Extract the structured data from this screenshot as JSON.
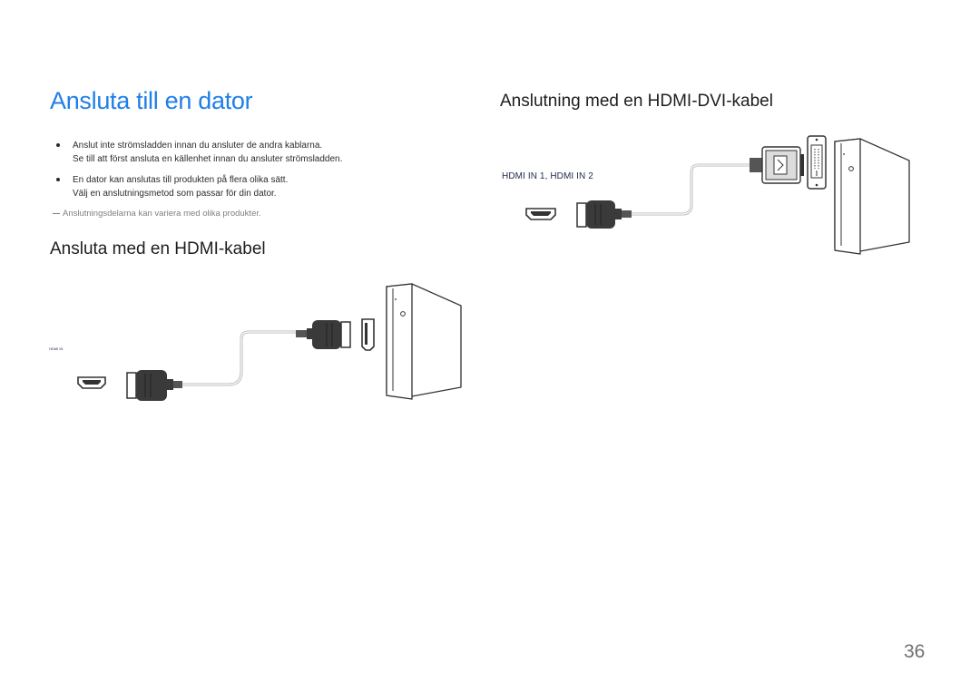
{
  "page": {
    "title": "Ansluta till en dator",
    "page_number": "36"
  },
  "bullets": [
    {
      "lines": [
        "Anslut inte strömsladden innan du ansluter de andra kablarna.",
        "Se till att först ansluta en källenhet innan du ansluter strömsladden."
      ]
    },
    {
      "lines": [
        "En dator kan anslutas till produkten på flera olika sätt.",
        "Välj en anslutningsmetod som passar för din dator."
      ]
    }
  ],
  "note": "Anslutningsdelarna kan variera med olika produkter.",
  "sections": {
    "hdmi": {
      "heading": "Ansluta med en HDMI-kabel",
      "port_label": "HDMI IN"
    },
    "hdmi_dvi": {
      "heading": "Anslutning med en HDMI-DVI-kabel",
      "port_label": "HDMI IN 1, HDMI IN 2"
    }
  },
  "icons": {
    "hdmi_port": "hdmi-port-icon",
    "hdmi_plug": "hdmi-plug-icon",
    "dvi_plug": "dvi-plug-icon",
    "dvi_port": "dvi-port-icon",
    "pc_tower": "pc-tower-icon"
  },
  "colors": {
    "title": "#1f7fe8",
    "text": "#2b2b2b",
    "note": "#7f7f7f",
    "plug": "#3a3a3a",
    "cable": "#b9b9b9"
  }
}
